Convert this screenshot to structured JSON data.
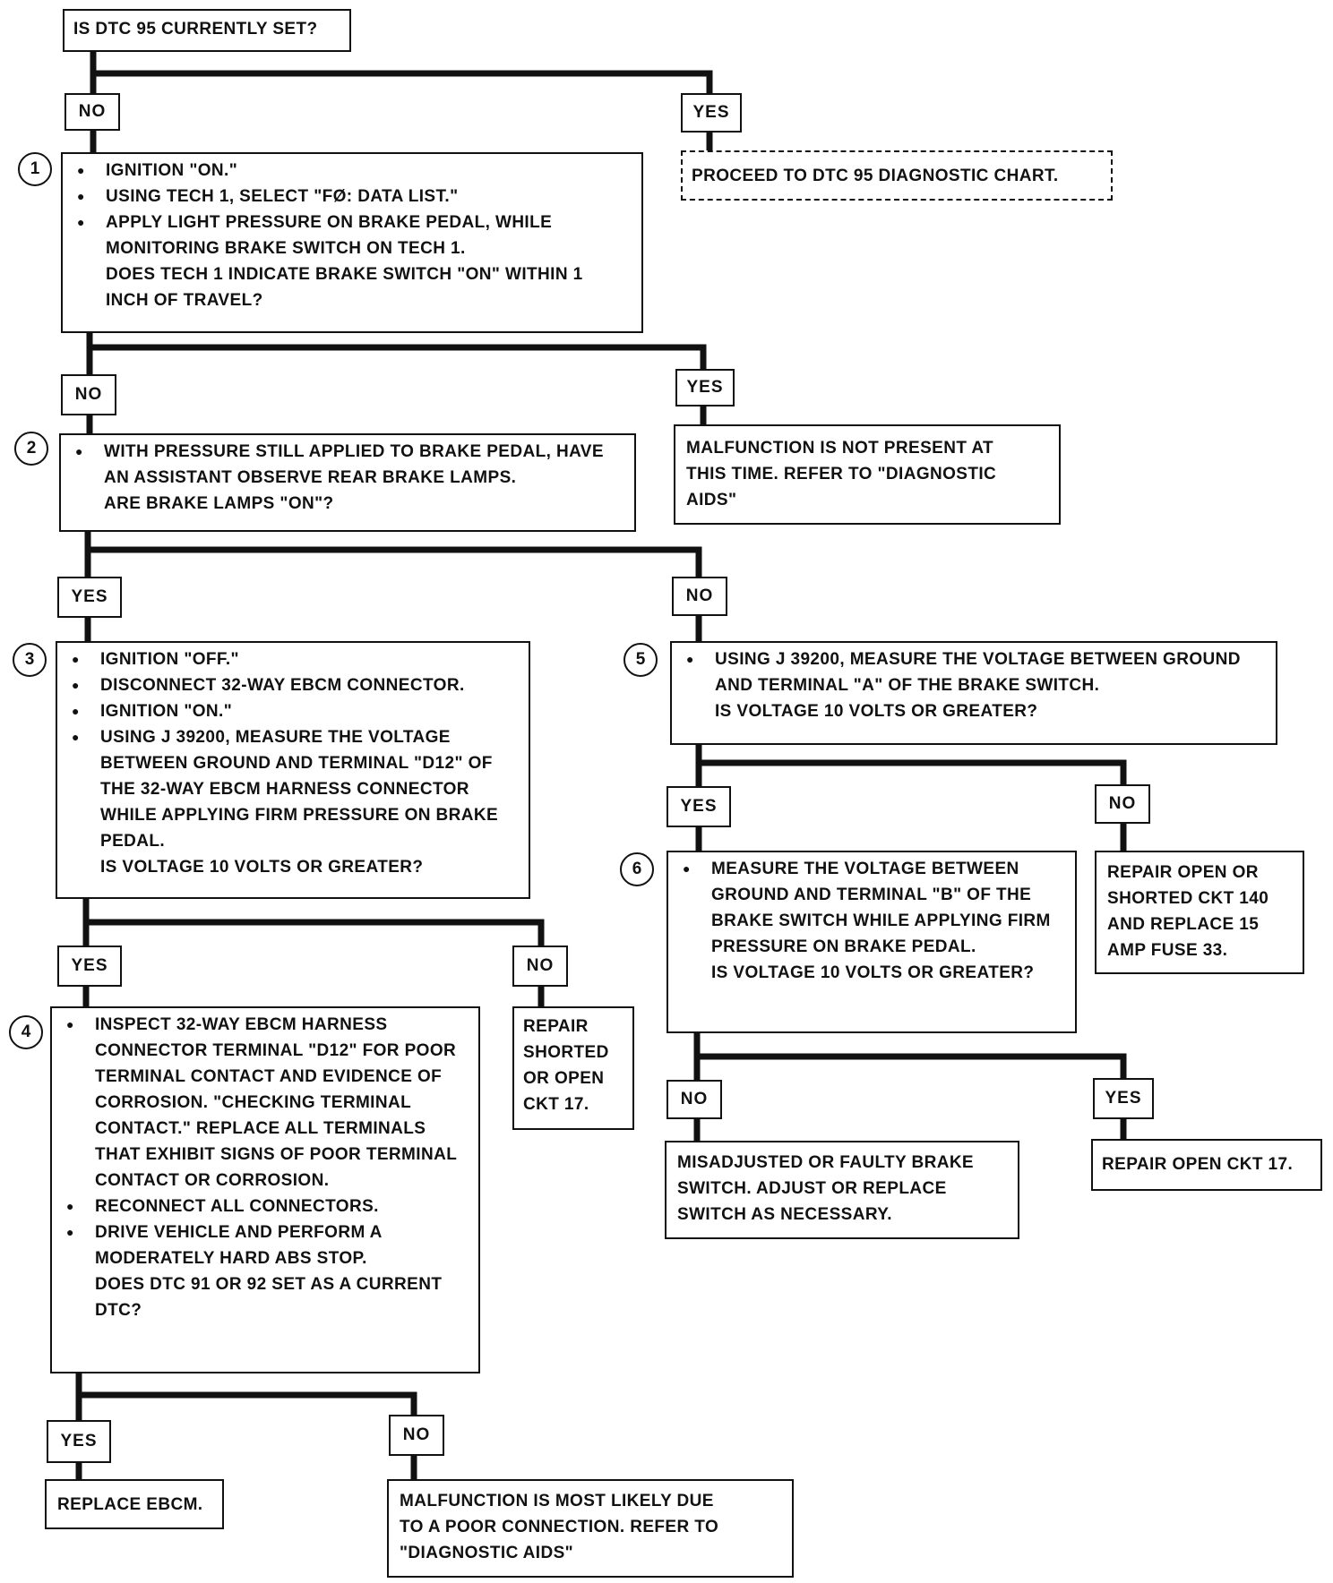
{
  "theme": {
    "ink": "#111111",
    "paper": "#ffffff"
  },
  "start": {
    "question": "IS DTC 95 CURRENTLY SET?"
  },
  "labels": {
    "yes": "YES",
    "no": "NO"
  },
  "steps": [
    {
      "number": "1",
      "bullets": [
        "IGNITION \"ON.\"",
        "USING TECH 1, SELECT \"FØ: DATA LIST.\"",
        "APPLY LIGHT PRESSURE ON BRAKE PEDAL, WHILE MONITORING BRAKE SWITCH ON TECH 1."
      ],
      "question": "DOES TECH 1 INDICATE BRAKE SWITCH \"ON\" WITHIN 1 INCH OF TRAVEL?"
    },
    {
      "number": "2",
      "bullets": [
        "WITH PRESSURE STILL APPLIED TO BRAKE PEDAL, HAVE AN ASSISTANT OBSERVE REAR BRAKE LAMPS."
      ],
      "question": "ARE BRAKE LAMPS \"ON\"?"
    },
    {
      "number": "3",
      "bullets": [
        "IGNITION \"OFF.\"",
        "DISCONNECT 32-WAY EBCM CONNECTOR.",
        "IGNITION \"ON.\"",
        "USING J 39200, MEASURE THE VOLTAGE BETWEEN GROUND AND TERMINAL \"D12\" OF THE 32-WAY EBCM HARNESS CONNECTOR WHILE APPLYING FIRM PRESSURE ON BRAKE PEDAL."
      ],
      "question": "IS VOLTAGE 10 VOLTS OR GREATER?"
    },
    {
      "number": "4",
      "bullets": [
        "INSPECT 32-WAY EBCM HARNESS CONNECTOR TERMINAL \"D12\" FOR POOR TERMINAL CONTACT AND EVIDENCE OF CORROSION. \"CHECKING TERMINAL CONTACT.\" REPLACE ALL TERMINALS THAT EXHIBIT SIGNS OF POOR TERMINAL CONTACT OR CORROSION.",
        "RECONNECT ALL CONNECTORS.",
        "DRIVE VEHICLE AND PERFORM A MODERATELY HARD ABS STOP."
      ],
      "question": "DOES DTC 91 OR 92 SET AS A CURRENT DTC?"
    },
    {
      "number": "5",
      "bullets": [
        "USING J 39200, MEASURE THE VOLTAGE BETWEEN GROUND AND TERMINAL \"A\" OF THE BRAKE SWITCH."
      ],
      "question": "IS VOLTAGE 10 VOLTS OR GREATER?"
    },
    {
      "number": "6",
      "bullets": [
        "MEASURE THE VOLTAGE BETWEEN GROUND AND TERMINAL \"B\" OF THE BRAKE SWITCH WHILE APPLYING FIRM PRESSURE ON BRAKE PEDAL."
      ],
      "question": "IS VOLTAGE 10 VOLTS OR GREATER?"
    }
  ],
  "results": {
    "proceed_dtc95": "PROCEED TO DTC 95 DIAGNOSTIC CHART.",
    "not_present": "MALFUNCTION IS NOT PRESENT AT\nTHIS TIME.  REFER TO \"DIAGNOSTIC\nAIDS\"",
    "repair_shorted_ckt17": "REPAIR\nSHORTED\nOR OPEN\nCKT 17.",
    "repair_ckt140": "REPAIR OPEN OR\nSHORTED CKT 140\nAND REPLACE 15\nAMP FUSE 33.",
    "replace_ebcm": "REPLACE EBCM.",
    "poor_connection": "MALFUNCTION IS MOST LIKELY DUE\nTO A POOR CONNECTION.  REFER TO\n\"DIAGNOSTIC AIDS\"",
    "misadjusted_switch": "MISADJUSTED OR FAULTY BRAKE\nSWITCH.  ADJUST OR REPLACE\nSWITCH AS NECESSARY.",
    "repair_open_ckt17": "REPAIR OPEN CKT 17."
  }
}
